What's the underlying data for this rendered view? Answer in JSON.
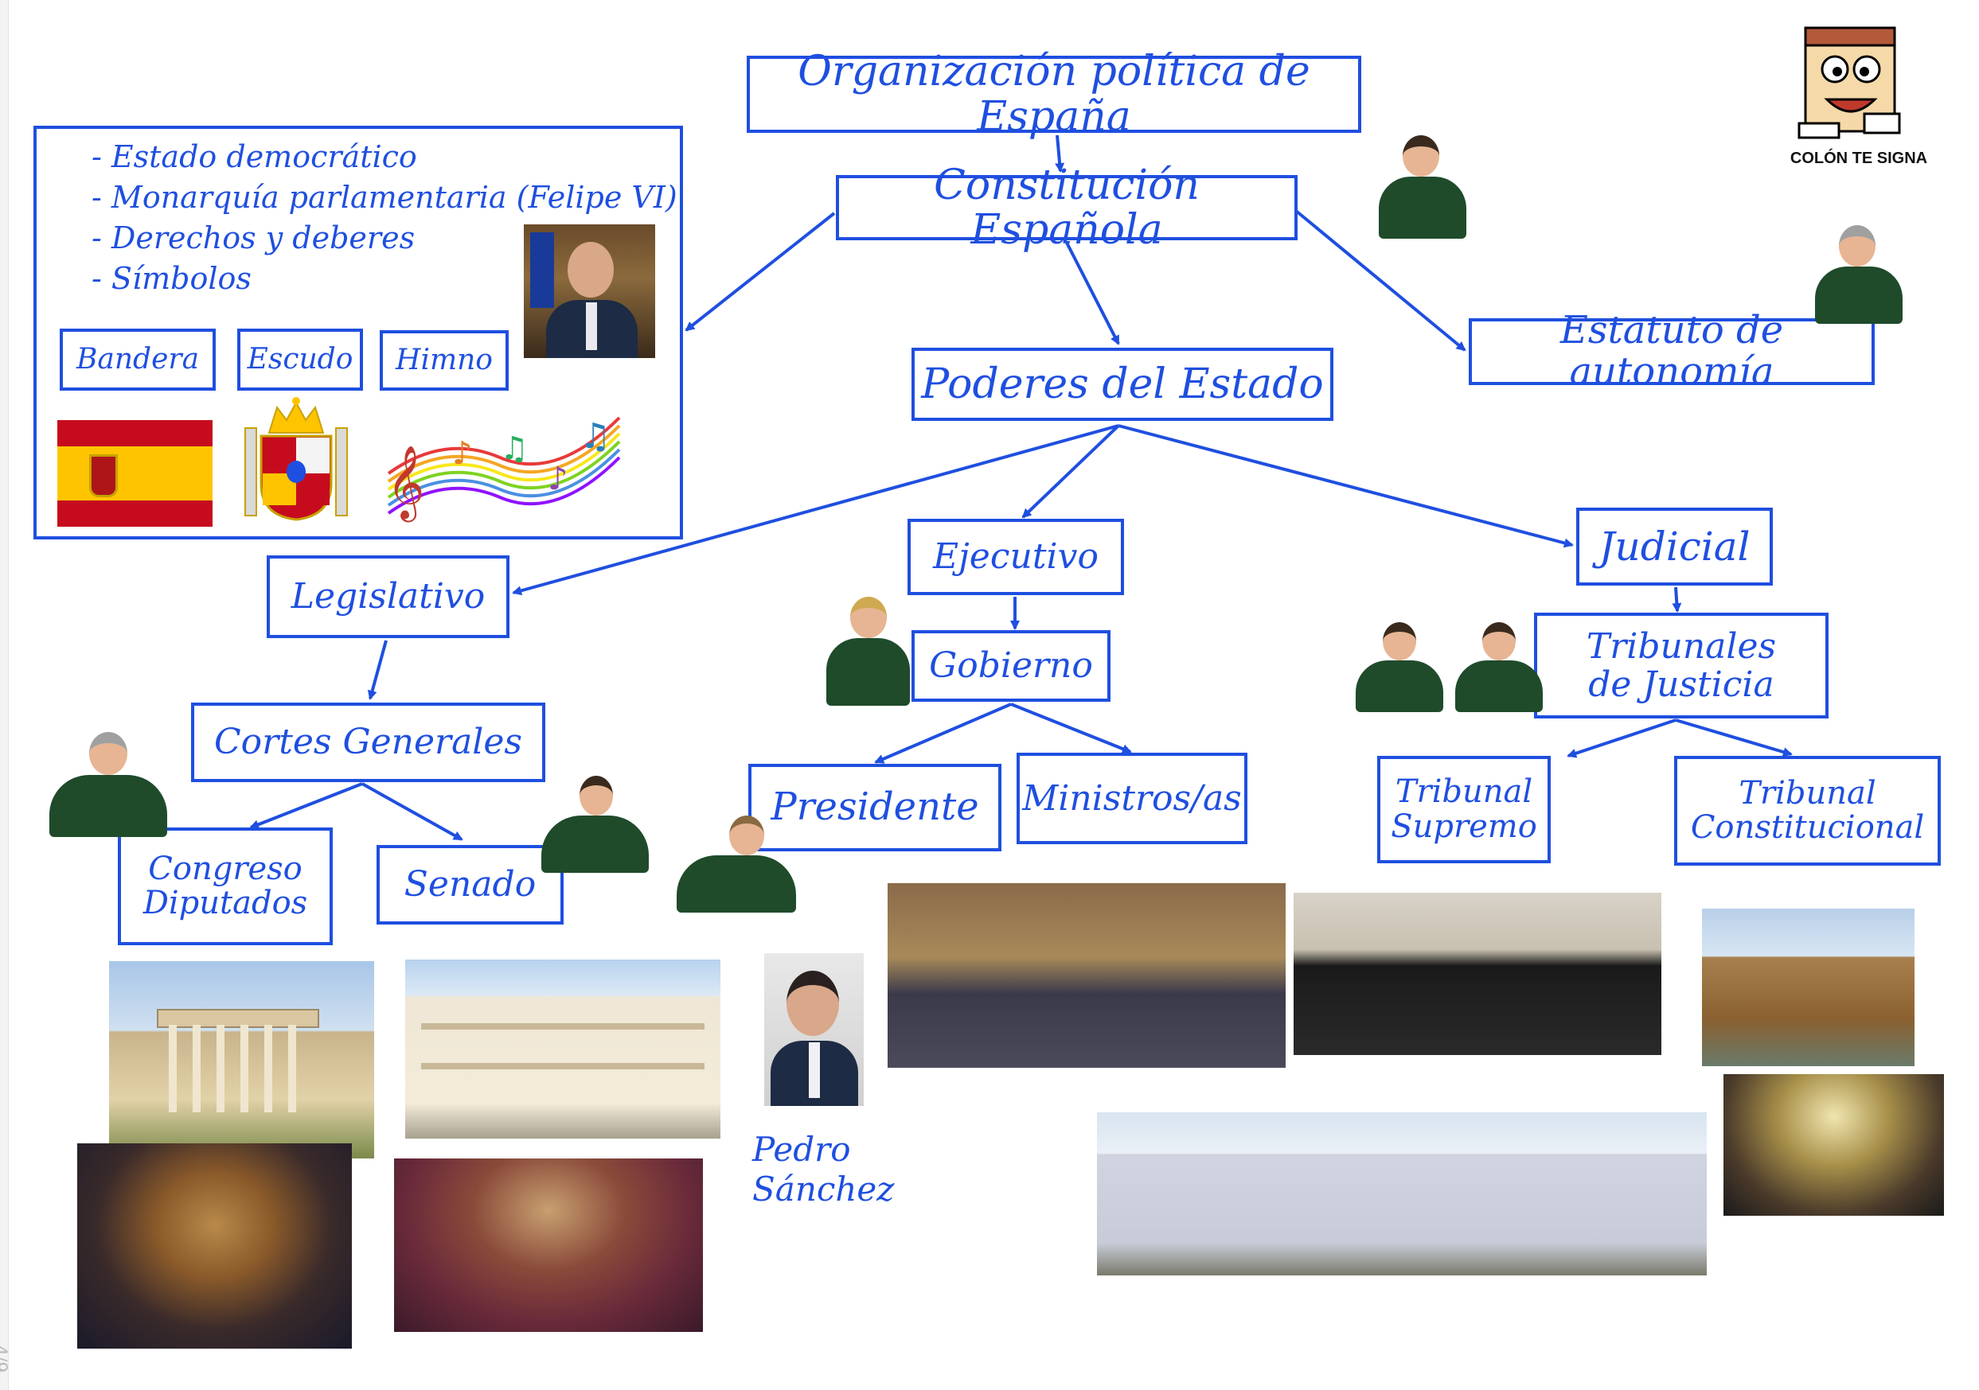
{
  "page_number": "4/9",
  "brand": {
    "caption": "COLÓN TE SIGNA"
  },
  "colors": {
    "ink": "#1f4fe0"
  },
  "title": "Organización política de España",
  "constitution": {
    "label": "Constitución Española",
    "bullets": [
      "- Estado democrático",
      "- Monarquía parlamentaria (Felipe VI)",
      "- Derechos y deberes",
      "- Símbolos"
    ],
    "symbols": [
      "Bandera",
      "Escudo",
      "Himno"
    ]
  },
  "statute": "Estatuto de autonomía",
  "powers": {
    "label": "Poderes del Estado",
    "legislative": {
      "label": "Legislativo",
      "body": "Cortes Generales",
      "chambers": [
        "Congreso Diputados",
        "Senado"
      ]
    },
    "executive": {
      "label": "Ejecutivo",
      "body": "Gobierno",
      "members": [
        "Presidente",
        "Ministros/as"
      ],
      "president_name": "Pedro Sánchez"
    },
    "judicial": {
      "label": "Judicial",
      "body": "Tribunales de Justicia",
      "courts": [
        "Tribunal Supremo",
        "Tribunal Constitucional"
      ]
    }
  },
  "icons": [
    "spanish-flag",
    "coat-of-arms",
    "music-notes",
    "sign-language-interpreter",
    "building-photo"
  ]
}
